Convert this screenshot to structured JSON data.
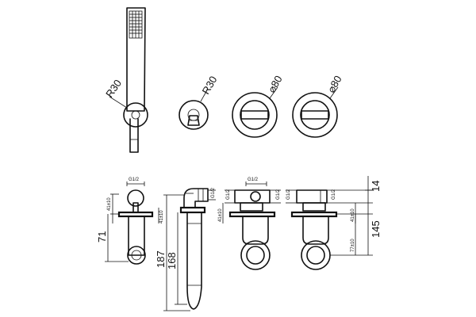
{
  "labels": {
    "r30_left": "R30",
    "r30_mid": "R30",
    "d80_a": "⌀80",
    "d80_b": "⌀80",
    "g12_1": "G1/2",
    "g12_2": "G1/2",
    "g12_3": "G1/2",
    "g12_4": "G1/2",
    "g12_5": "G1/2",
    "g12_6": "G1/2",
    "g12_7": "G1/2",
    "tol_1": "41±10",
    "tol_2": "41±10",
    "tol_3": "41±10",
    "tol_4": "41±10",
    "tol_5": "77±10",
    "dim_71": "71",
    "dim_187": "187",
    "dim_168": "168",
    "dim_14": "14",
    "dim_145": "145"
  }
}
